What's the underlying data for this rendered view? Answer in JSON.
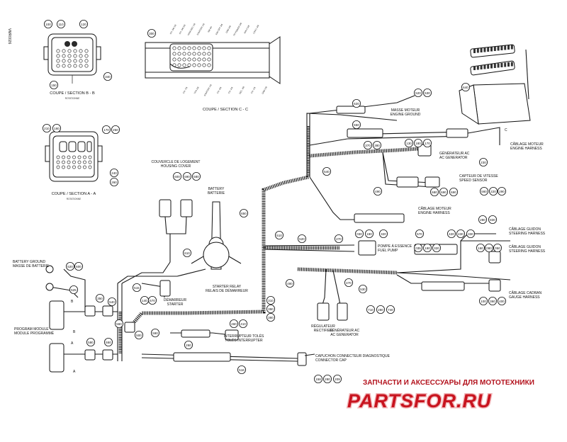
{
  "doc_id": "VMR0026",
  "sections": {
    "b": {
      "title": "COUPE / SECTION B - B",
      "sub": "ROTATIONNE"
    },
    "c": {
      "title": "COUPE / SECTION C - C"
    },
    "a": {
      "title": "COUPE / SECTION A - A",
      "sub": "ROTATIONNE"
    }
  },
  "labels": {
    "housing_cover": [
      "COUVERCLE DE LOGEMENT",
      "HOUSING COVER"
    ],
    "battery": [
      "BATTERY",
      "BATTERIE"
    ],
    "engine_ground": [
      "MASSE MOTEUR",
      "ENGINE GROUND"
    ],
    "engine_harness_top": [
      "CÂBLAGE MOTEUR",
      "ENGINE HARNESS"
    ],
    "ac_generator_top": [
      "GÉNÉRATEUR AC",
      "AC GENERATOR"
    ],
    "speed_sensor": [
      "CAPTEUR DE VITESSE",
      "SPEED SENSOR"
    ],
    "engine_harness_mid": [
      "CÂBLAGE MOTEUR",
      "ENGINE HARNESS"
    ],
    "left_steering": [
      "CÂBLAGE GUIDON",
      "STEERING HARNESS"
    ],
    "right_steering": [
      "CÂBLAGE GUIDON",
      "STEERING HARNESS"
    ],
    "fuel_pump": [
      "POMPE À ESSENCE",
      "FUEL PUMP"
    ],
    "gauge_harness": [
      "CÂBLAGE CADRAN",
      "GAUGE HARNESS"
    ],
    "battery_ground": [
      "BATTERY GROUND",
      "MASSE DE BATTERIE"
    ],
    "starter_relay": [
      "STARTER RELAY",
      "RELAIS DE DÉMARREUR"
    ],
    "starter": [
      "DÉMARREUR",
      "STARTER"
    ],
    "rectifier": [
      "RÉGULATEUR",
      "RECTIFIER"
    ],
    "ac_generator_bot": [
      "GÉNÉRATEUR AC",
      "AC GENERATOR"
    ],
    "program_module": [
      "PROGRAM MODULE",
      "MODULE PROGRAMMÉ"
    ],
    "tether_switch": [
      "INTERRUPTEUR TOLÉS",
      "TOLÉS INTERRUPTER"
    ],
    "diagnostic_cap": [
      "CAPUCHON CONNECTEUR DIAGNOSTIQUE",
      "CONNECTOR CAP"
    ]
  },
  "callouts": {
    "c100": "100",
    "c110": "110",
    "c120": "120",
    "c340": "340",
    "c150": "150",
    "c210": "210",
    "c160": "160",
    "c170": "170",
    "c250": "250",
    "c240": "240",
    "c260": "260",
    "c300": "300",
    "c600": "600",
    "c590": "590",
    "c580": "580",
    "c650": "650",
    "c610": "610",
    "c520": "520",
    "c530": "530",
    "c620": "620",
    "c550": "550",
    "c370": "370",
    "c380": "380",
    "c130": "130",
    "c180": "180",
    "c170b": "170",
    "c230": "230",
    "c540": "540",
    "c490": "490",
    "c560": "560",
    "c220": "220",
    "c290": "290",
    "c030": "030",
    "c190": "190",
    "c320": "320",
    "c570": "570",
    "c420": "420",
    "c430": "430",
    "c330": "330",
    "c280": "280",
    "c830": "830",
    "c160b": "160",
    "c080": "080",
    "c050": "050",
    "c510": "510",
    "c525": "520",
    "c270": "270",
    "c035": "035",
    "c195": "190",
    "c325": "320",
    "c100b": "100",
    "c360b": "360",
    "c400": "400",
    "c530b": "530",
    "c470": "470",
    "c480": "480",
    "c310": "310",
    "c390": "390",
    "c360": "360",
    "c715": "710",
    "c285": "280",
    "c745": "740",
    "c520L": "520",
    "c600L": "600",
    "c525L": "525",
    "c350": "350",
    "c540L": "540",
    "c560L": "560",
    "c500": "500",
    "c140": "140",
    "c670": "670",
    "c515": "515",
    "c590L": "590",
    "c580b": "580",
    "c550L": "550",
    "c460": "460",
    "c410": "410",
    "c260b": "260",
    "c516": "516",
    "c158": "158",
    "c280b": "280",
    "c209": "209",
    "c680": "680",
    "c690": "690",
    "c695": "690",
    "c640": "640"
  },
  "watermark": {
    "tagline": "ЗАПЧАСТИ И АКСЕССУАРЫ ДЛЯ МОТОТЕХНИКИ",
    "brand": "PARTSFOR.RU",
    "color": "#c8141f"
  },
  "letters": {
    "c": "C",
    "b1": "B",
    "b2": "B",
    "a1": "A",
    "a2": "A"
  },
  "pins_c_top": [
    "CH. 0/8 1/8",
    "CH. 0/8 2/8",
    "HCM-SEC 1/8",
    "STARTER 1/8",
    "SM 4/5",
    "IGN OFF 3/8",
    "GND 4/8",
    "TP POWER 6/8",
    "IGN A 3/8",
    "CAN L 4/8"
  ],
  "pins_c_bot": [
    "CH. 7/8",
    "TPS 2/8",
    "STARTER 1/8",
    "CH. 3/8",
    "CH. 2/8",
    "SEC. 4/8",
    "CH. 1/8",
    "GND 2/8"
  ]
}
